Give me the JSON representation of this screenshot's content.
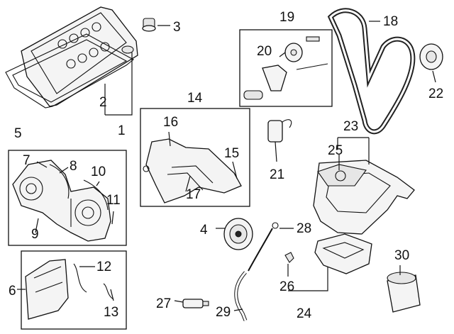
{
  "callouts": {
    "c1": "1",
    "c2": "2",
    "c3": "3",
    "c4": "4",
    "c5": "5",
    "c6": "6",
    "c7": "7",
    "c8": "8",
    "c9": "9",
    "c10": "10",
    "c11": "11",
    "c12": "12",
    "c13": "13",
    "c14": "14",
    "c15": "15",
    "c16": "16",
    "c17": "17",
    "c18": "18",
    "c19": "19",
    "c20": "20",
    "c21": "21",
    "c22": "22",
    "c23": "23",
    "c24": "24",
    "c25": "25",
    "c26": "26",
    "c27": "27",
    "c28": "28",
    "c29": "29",
    "c30": "30"
  },
  "colors": {
    "line": "#111111",
    "fill": "#f4f4f4",
    "shade": "#e6e6e6",
    "background": "#ffffff"
  }
}
